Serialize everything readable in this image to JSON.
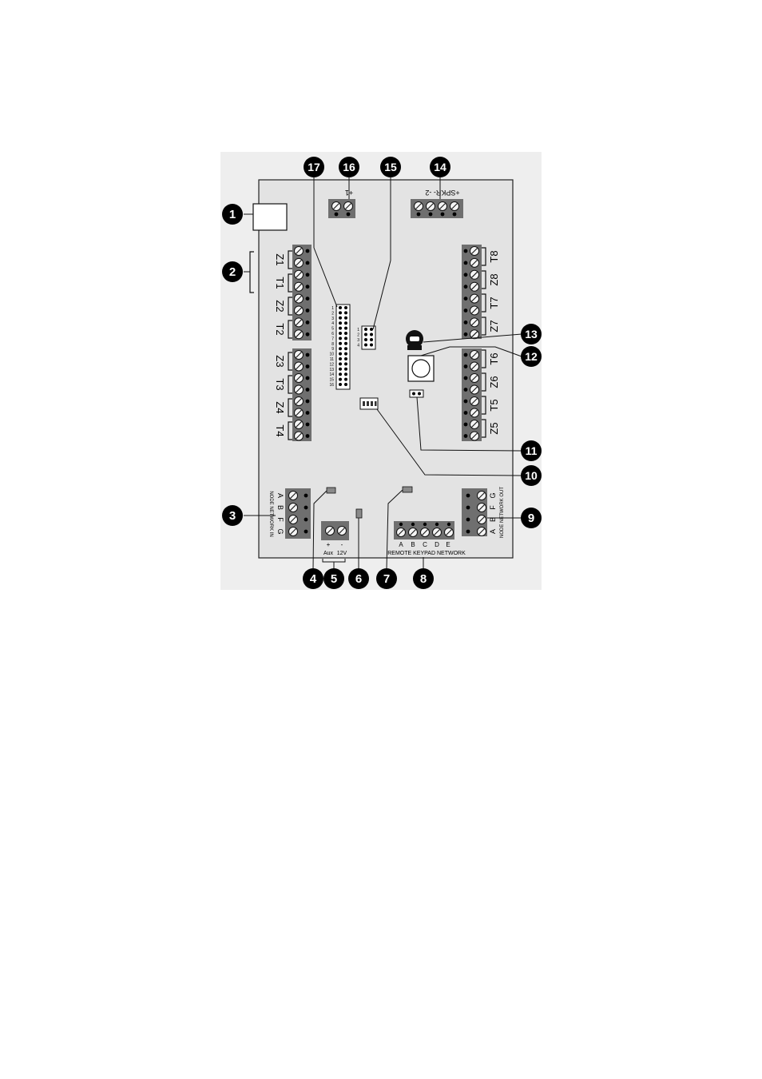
{
  "colors": {
    "panel_bg": "#eeeeee",
    "board": "#e3e3e3",
    "terminal_block": "#6f6f6f",
    "callout": "#000000"
  },
  "callouts": [
    "1",
    "2",
    "3",
    "4",
    "5",
    "6",
    "7",
    "8",
    "9",
    "10",
    "11",
    "12",
    "13",
    "14",
    "15",
    "16",
    "17"
  ],
  "left_terminals": [
    "Z1",
    "T1",
    "Z2",
    "T2",
    "Z3",
    "T3",
    "Z4",
    "T4"
  ],
  "right_terminals": [
    "T8",
    "Z8",
    "T7",
    "Z7",
    "T6",
    "Z6",
    "T5",
    "Z5"
  ],
  "top_connectors": {
    "connector_1_label": "+1",
    "speaker_label": "+SPKR- -2"
  },
  "header_pins_17": [
    "1",
    "2",
    "3",
    "4",
    "5",
    "6",
    "7",
    "8",
    "9",
    "10",
    "11",
    "12",
    "13",
    "14",
    "15",
    "16"
  ],
  "header_pins_15": [
    "1",
    "2",
    "3",
    "4"
  ],
  "node_network_in": {
    "title": "NODE NETWORK IN",
    "pins": [
      "A",
      "B",
      "F",
      "G"
    ]
  },
  "node_network_out": {
    "title": "NODE NETWORK OUT",
    "pins": [
      "A",
      "B",
      "F",
      "G"
    ]
  },
  "aux_power": {
    "plus": "+",
    "minus": "-",
    "aux": "Aux",
    "volt": "12V"
  },
  "remote_keypad": {
    "title": "REMOTE KEYPAD NETWORK",
    "pins": [
      "A",
      "B",
      "C",
      "D",
      "E"
    ]
  }
}
